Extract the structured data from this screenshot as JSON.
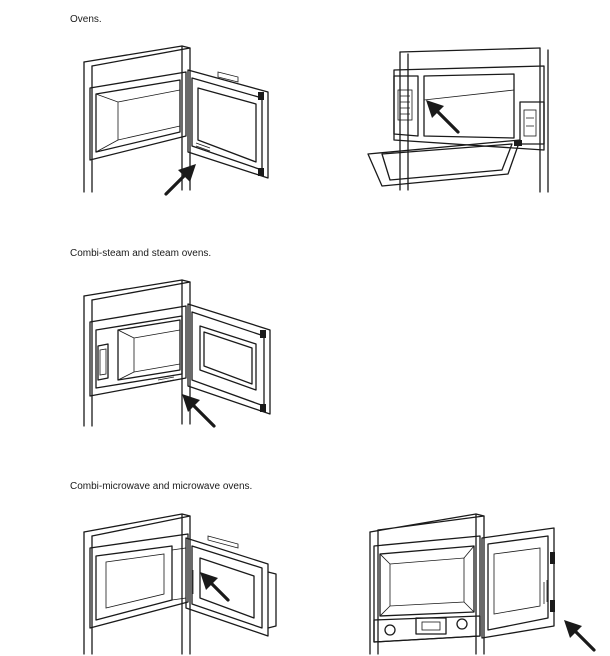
{
  "captions": {
    "ovens": "Ovens.",
    "steam": "Combi-steam and steam ovens.",
    "microwave": "Combi-microwave and microwave ovens."
  },
  "illustrations": [
    {
      "group": "ovens",
      "variant": "side-hinged door",
      "icon": "oven-side-door-illustration"
    },
    {
      "group": "ovens",
      "variant": "drop-down door",
      "icon": "oven-dropdown-door-illustration"
    },
    {
      "group": "steam",
      "variant": "side-hinged door",
      "icon": "steam-oven-illustration"
    },
    {
      "group": "microwave",
      "variant": "side-hinged door",
      "icon": "microwave-oven-illustration"
    },
    {
      "group": "microwave",
      "variant": "side-hinged door with control panel",
      "icon": "microwave-oven-panel-illustration"
    }
  ],
  "colors": {
    "line": "#1a1a1a",
    "background": "#ffffff"
  }
}
